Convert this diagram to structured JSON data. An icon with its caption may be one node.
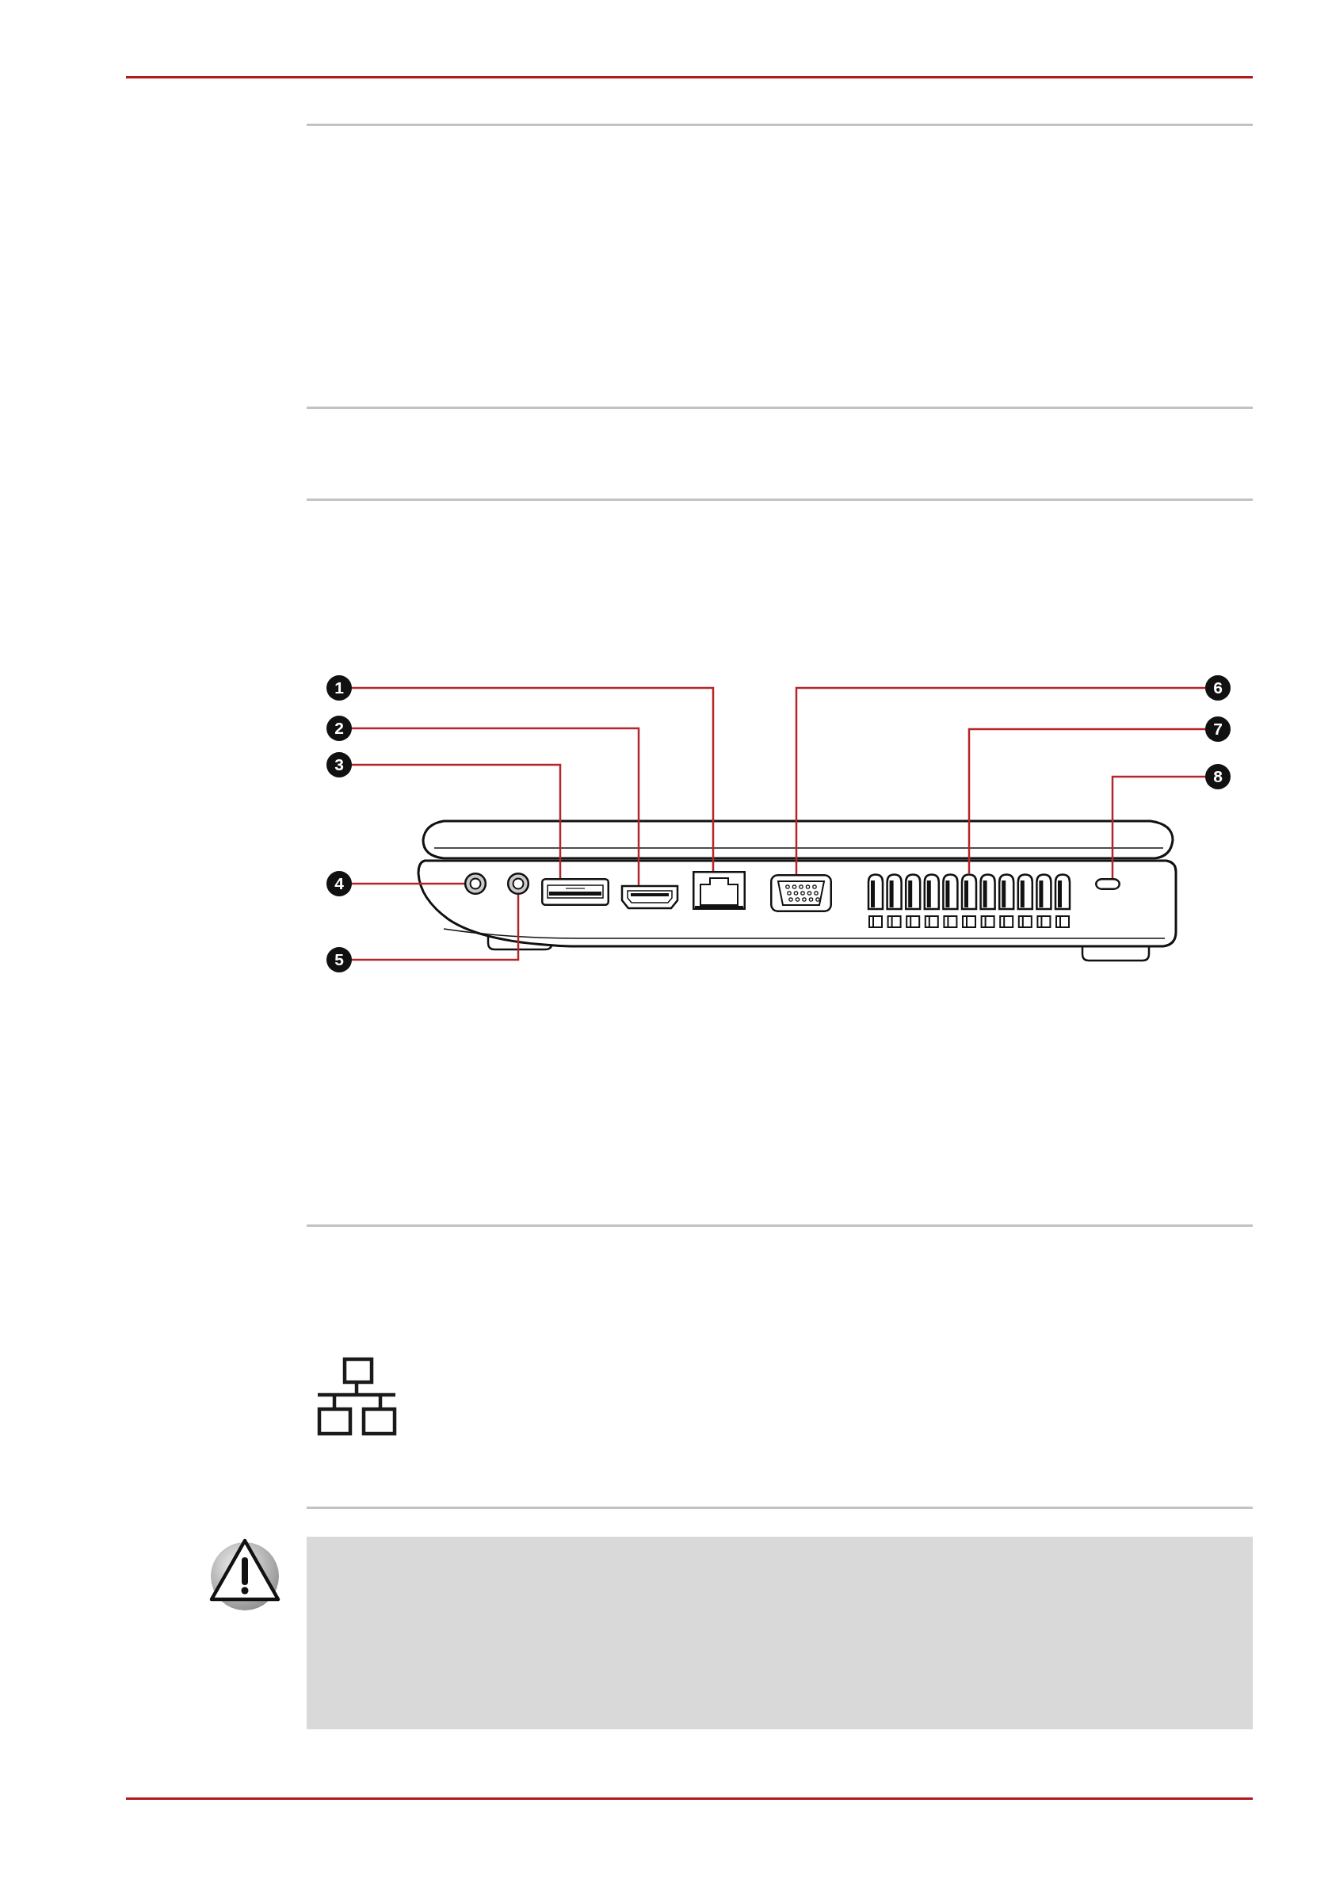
{
  "diagram": {
    "nodes": [
      {
        "text": [
          "1"
        ]
      },
      {
        "text": [
          "2"
        ]
      },
      {
        "text": [
          "3"
        ]
      },
      {
        "text": [
          "4"
        ]
      },
      {
        "text": [
          "5"
        ]
      },
      {
        "text": [
          "6"
        ]
      },
      {
        "text": [
          "7"
        ]
      },
      {
        "text": [
          "8"
        ]
      },
      {
        "text": [],
        "shape": "picture"
      },
      {
        "text": [],
        "shape": "picture"
      },
      {
        "text": [],
        "shape": "picture"
      },
      {
        "text": [],
        "shape": "picture"
      },
      {
        "text": [],
        "shape": "picture"
      },
      {
        "text": [],
        "shape": "picture"
      },
      {
        "text": [],
        "shape": "picture"
      },
      {
        "text": [],
        "shape": "box"
      }
    ],
    "edges": [
      {
        "from": 0,
        "to": 12,
        "arrow": "none"
      },
      {
        "from": 1,
        "to": 11,
        "arrow": "none"
      },
      {
        "from": 2,
        "to": 10,
        "arrow": "none"
      },
      {
        "from": 3,
        "to": 8,
        "arrow": "none"
      },
      {
        "from": 4,
        "to": 9,
        "arrow": "none"
      },
      {
        "from": 5,
        "to": 13,
        "arrow": "none"
      },
      {
        "from": 6,
        "to": 14,
        "arrow": "none"
      },
      {
        "from": 7,
        "to": 15,
        "arrow": "none"
      }
    ]
  }
}
